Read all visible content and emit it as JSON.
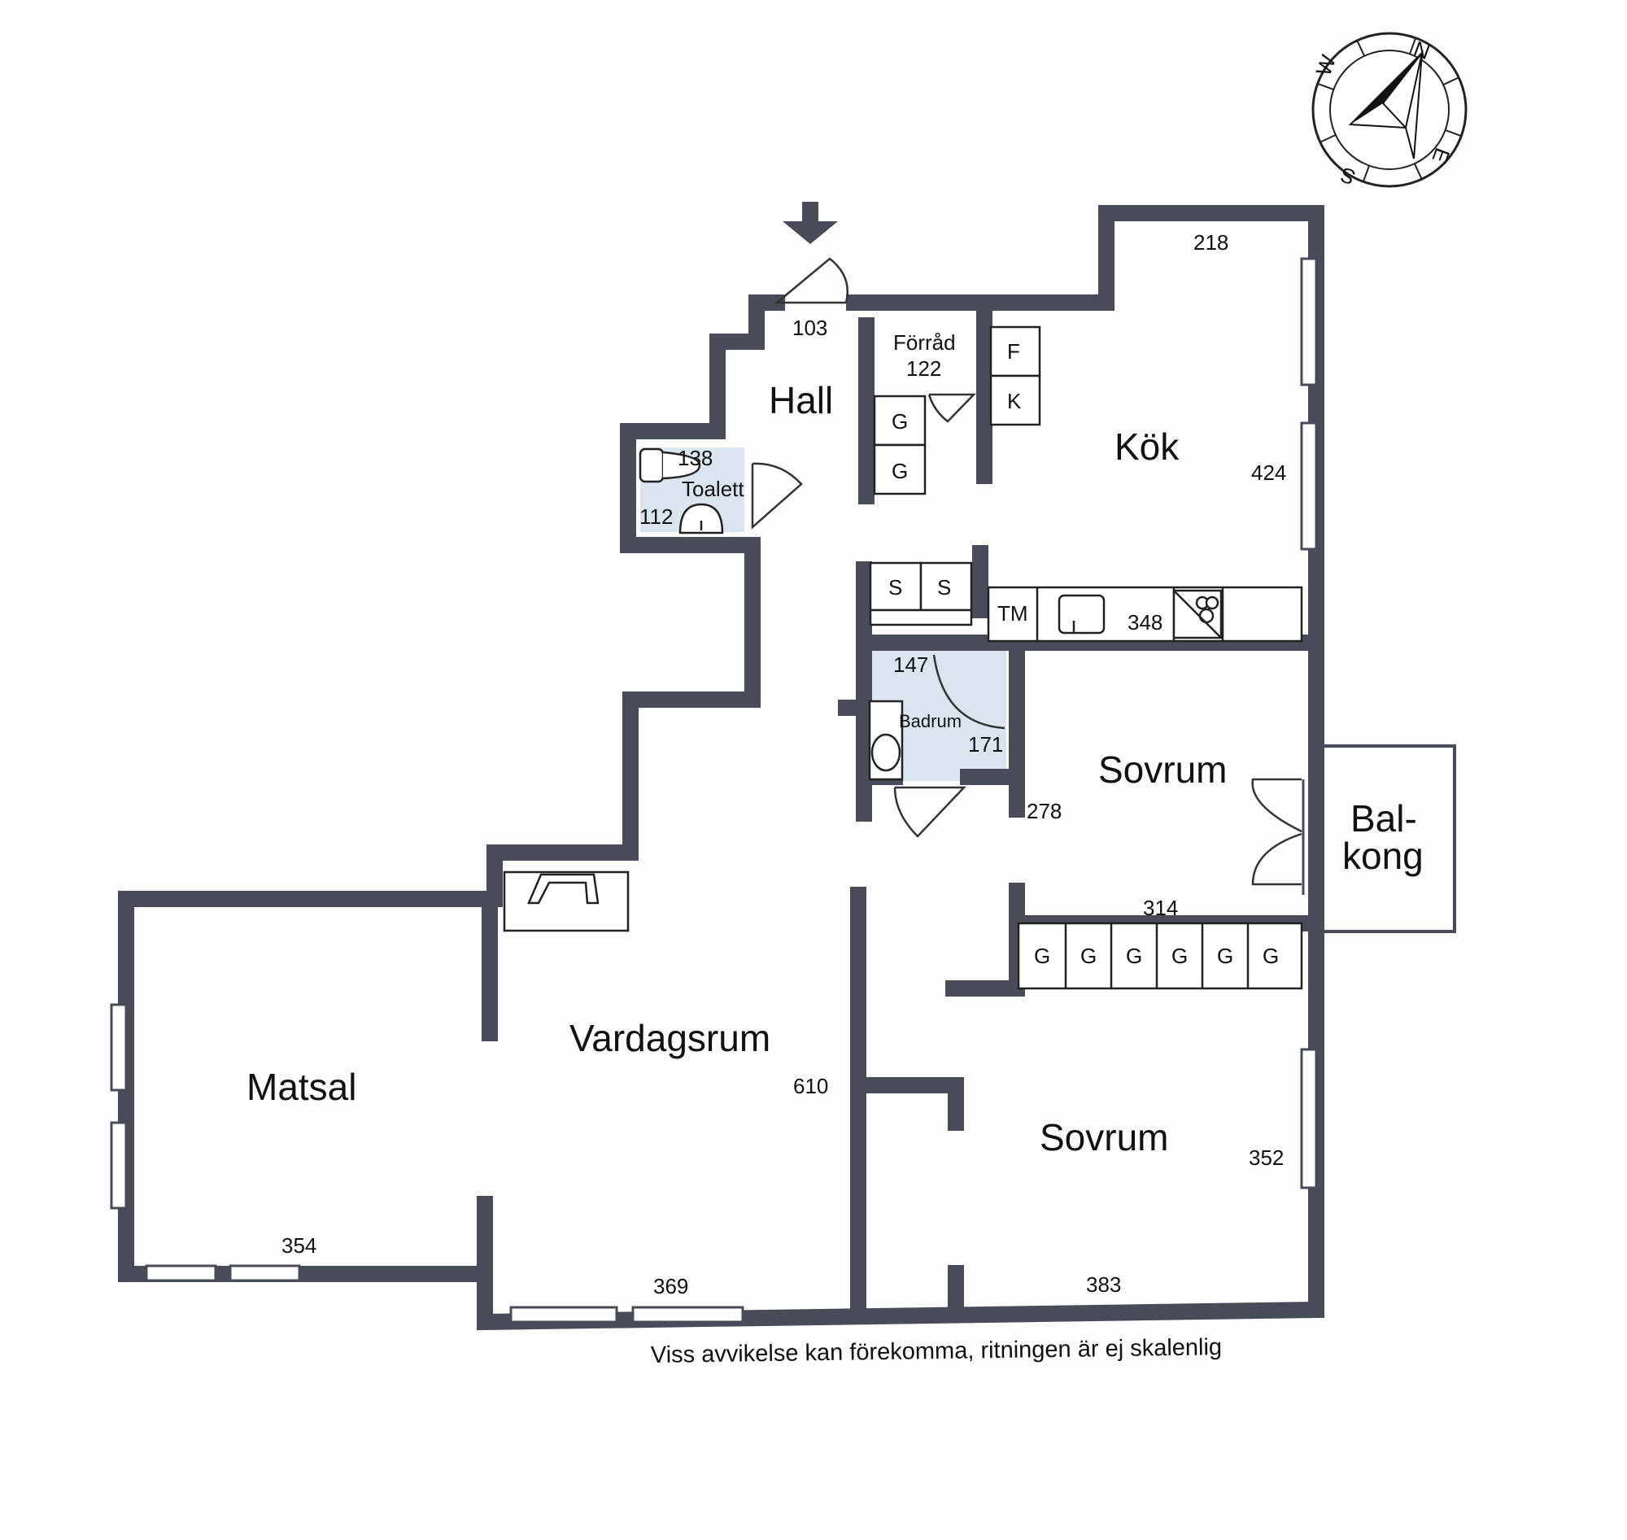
{
  "rooms": {
    "hall": "Hall",
    "forrad": "Förråd",
    "kok": "Kök",
    "toalett": "Toalett",
    "badrum": "Badrum",
    "sovrum1": "Sovrum",
    "sovrum2": "Sovrum",
    "balkong_line1": "Bal-",
    "balkong_line2": "kong",
    "vardagsrum": "Vardagsrum",
    "matsal": "Matsal"
  },
  "dimensions": {
    "entry": "103",
    "forrad": "122",
    "kok_top": "218",
    "kok_side": "424",
    "toalett_a": "138",
    "toalett_b": "112",
    "kitchen_counter": "348",
    "badrum_a": "147",
    "badrum_b": "171",
    "sovrum1_side": "278",
    "sovrum1_bottom": "314",
    "vardagsrum_side": "610",
    "matsal_bottom": "354",
    "vardagsrum_bottom": "369",
    "sovrum2_side": "352",
    "sovrum2_bottom": "383"
  },
  "fixtures": {
    "fridge": "F",
    "freezer": "K",
    "wardrobe": "G",
    "closet": "S",
    "dishwasher": "TM"
  },
  "compass": {
    "n": "N",
    "e": "E",
    "s": "S",
    "w": "W"
  },
  "footer": {
    "disclaimer": "Viss avvikelse kan förekomma, ritningen är ej skalenlig"
  },
  "colors": {
    "wall": "#4a4b58",
    "wet_room": "#dbe5f0",
    "paper": "#fdfdfd"
  }
}
